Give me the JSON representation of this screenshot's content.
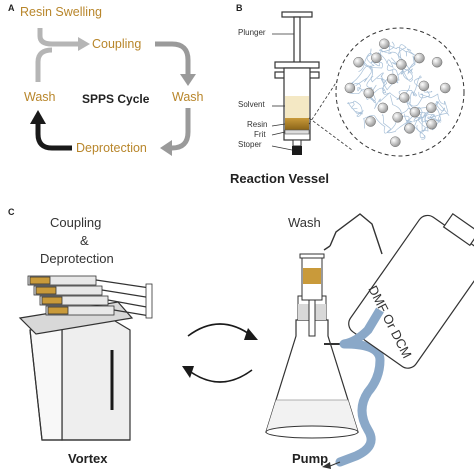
{
  "panels": {
    "a": "A",
    "b": "B",
    "c": "C"
  },
  "cycle": {
    "resin_swelling": "Resin Swelling",
    "coupling": "Coupling",
    "wash_right": "Wash",
    "wash_left": "Wash",
    "deprotection": "Deprotection",
    "center": "SPPS Cycle",
    "gold_color": "#b8862b",
    "arrow_gray": "#999999",
    "arrow_dark": "#1a1a1a"
  },
  "syringe": {
    "plunger": "Plunger",
    "solvent": "Solvent",
    "resin": "Resin",
    "frit": "Frit",
    "stoper": "Stoper",
    "caption": "Reaction Vessel"
  },
  "setup": {
    "coupling": "Coupling",
    "amp": "&",
    "deprotection": "Deprotection",
    "wash": "Wash",
    "bottle_label": "DMF Or DCM",
    "vortex": "Vortex",
    "pump": "Pump",
    "tube_color": "#8aa8c8"
  }
}
